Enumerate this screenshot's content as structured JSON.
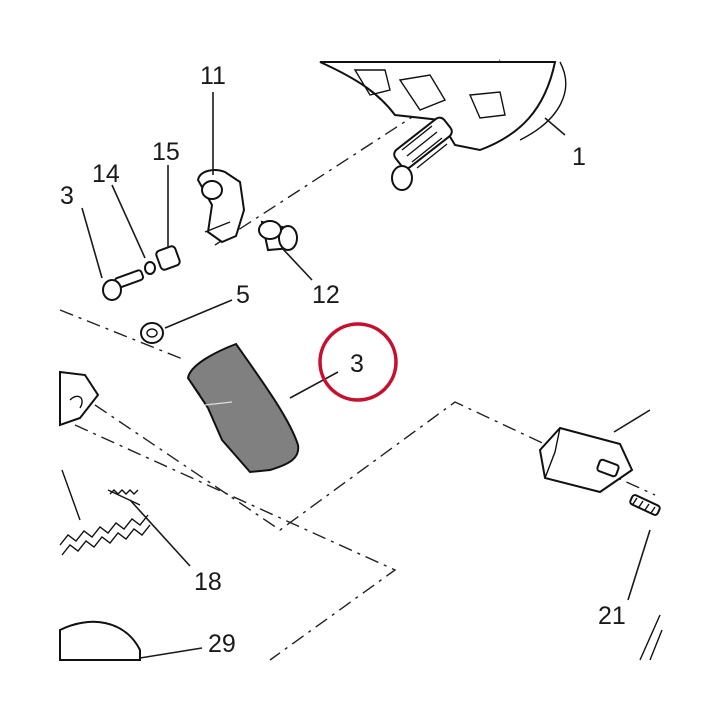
{
  "labels": {
    "l1": "1",
    "l3a": "3",
    "l3b": "3",
    "l5": "5",
    "l11": "11",
    "l12": "12",
    "l14": "14",
    "l15": "15",
    "l18": "18",
    "l21": "21",
    "l29": "29"
  },
  "colors": {
    "highlight": "#c8102e",
    "ink": "#1a1a1a",
    "part_fill": "#808080"
  }
}
